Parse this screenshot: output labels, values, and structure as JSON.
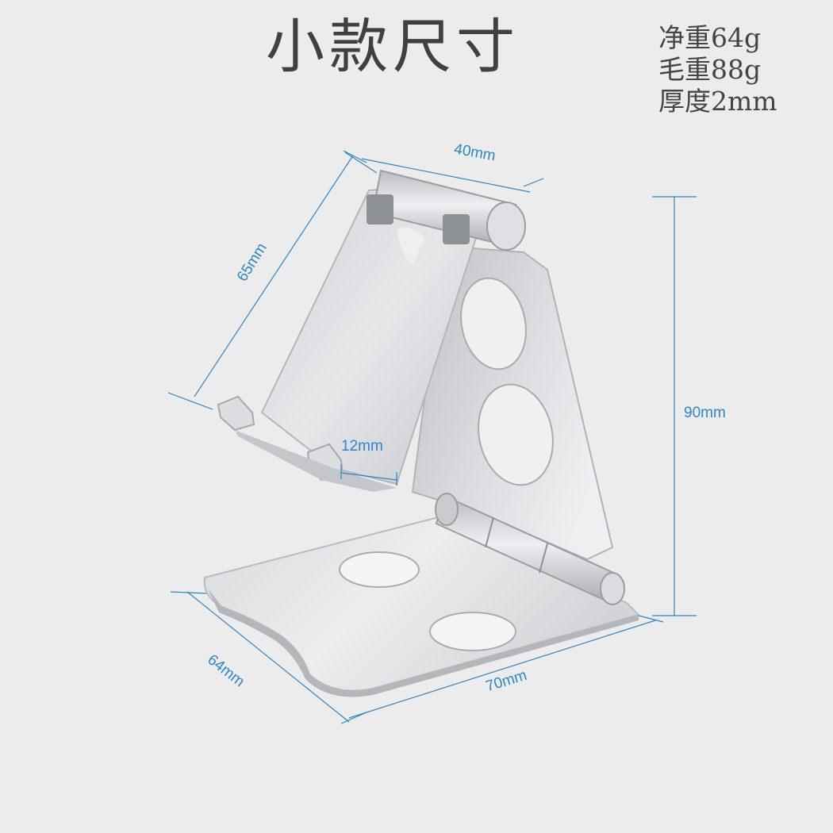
{
  "title": "小款尺寸",
  "specs": {
    "net_weight": "净重64g",
    "gross_weight": "毛重88g",
    "thickness": "厚度2mm"
  },
  "dimensions": {
    "top_width": "40mm",
    "panel_length": "65mm",
    "height": "90mm",
    "lip_depth": "12mm",
    "base_depth": "64mm",
    "base_width": "70mm"
  },
  "colors": {
    "dimension_line": "#2c86c8",
    "aluminum": "#d4d6d9",
    "background": "#ececec"
  }
}
